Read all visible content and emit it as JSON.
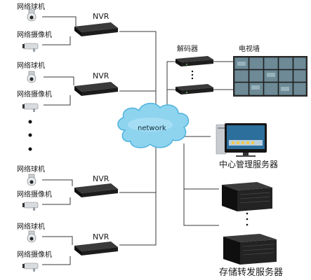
{
  "nodes": {
    "dome_camera": "网络球机",
    "bullet_camera": "网络摄像机",
    "nvr": "NVR",
    "network": "network",
    "decoder": "解码器",
    "video_wall": "电视墙",
    "central_server": "中心管理服务器",
    "storage_server": "存储转发服务器"
  },
  "colors": {
    "line": "#3a3a3a",
    "cloud_fill": "#8fd4ef",
    "cloud_edge": "#4fb3dd",
    "device": "#1b1b1b",
    "wall_screen": "#6d8a96",
    "monitor_screen": "#2c6e9c"
  }
}
